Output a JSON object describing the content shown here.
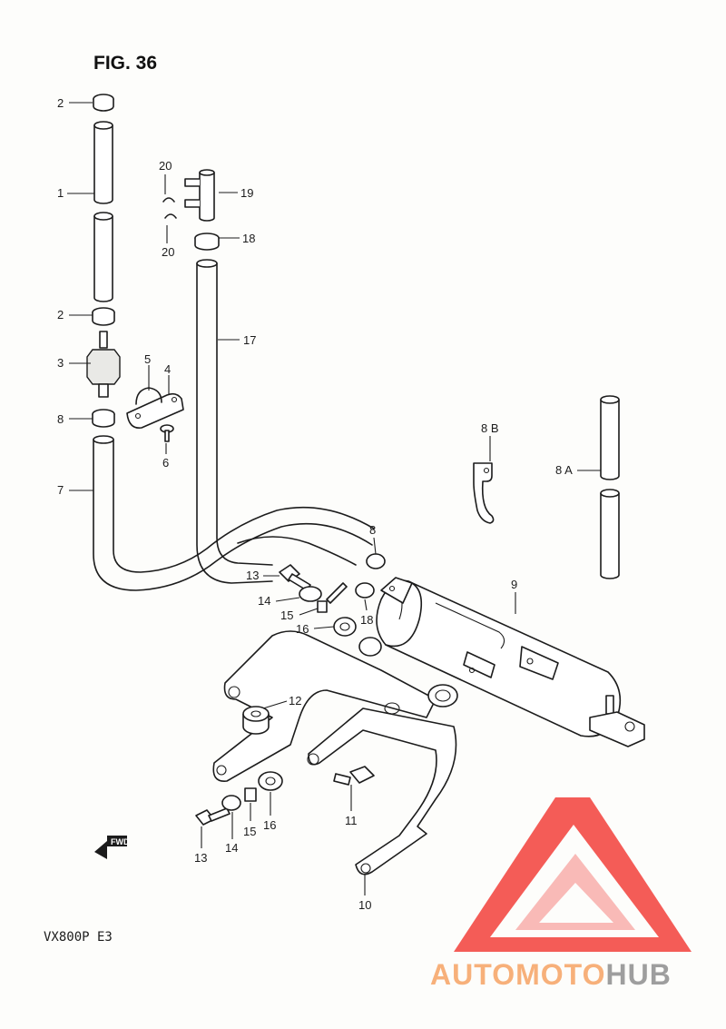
{
  "figure": {
    "title": "FIG. 36",
    "model_code": "VX800P  E3",
    "fwd_arrow_label": "FWD"
  },
  "callouts": {
    "c1": "1",
    "c2a": "2",
    "c2b": "2",
    "c3": "3",
    "c4": "4",
    "c5": "5",
    "c6": "6",
    "c7": "7",
    "c8a": "8",
    "c8b": "8",
    "c8A": "8 A",
    "c8B": "8 B",
    "c9": "9",
    "c10": "10",
    "c11": "11",
    "c12": "12",
    "c13a": "13",
    "c13b": "13",
    "c14a": "14",
    "c14b": "14",
    "c15a": "15",
    "c15b": "15",
    "c16a": "16",
    "c16b": "16",
    "c17": "17",
    "c18a": "18",
    "c18b": "18",
    "c19": "19",
    "c20a": "20",
    "c20b": "20"
  },
  "watermark": {
    "text_part1": "AUTOMOTO",
    "text_part2": "HUB",
    "color_part1": "#f7b07a",
    "color_part2": "#9e9e9e",
    "logo_color": "#f2403a",
    "logo_light_color": "#f7a3a0"
  }
}
